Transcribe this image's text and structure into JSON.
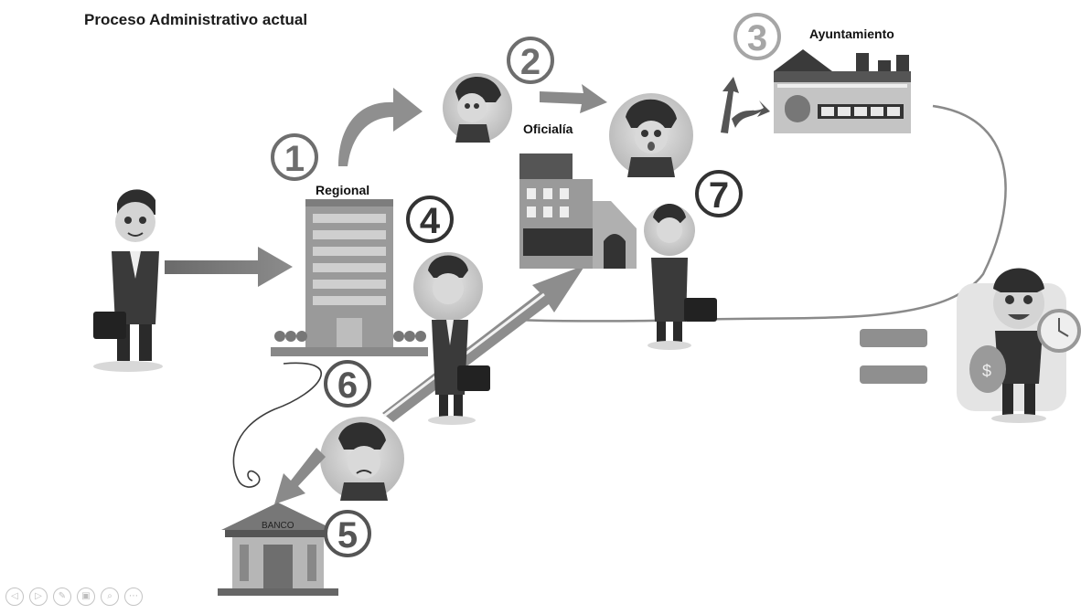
{
  "slide": {
    "title": "Proceso Administrativo actual",
    "labels": {
      "regional": "Regional",
      "oficialia": "Oficialía",
      "ayuntamiento": "Ayuntamiento",
      "banco": "BANCO"
    },
    "steps": [
      "1",
      "2",
      "3",
      "4",
      "5",
      "6",
      "7"
    ]
  },
  "toolbar": {
    "buttons": [
      {
        "icon": "previous-icon",
        "glyph": "◁"
      },
      {
        "icon": "next-icon",
        "glyph": "▷"
      },
      {
        "icon": "pen-icon",
        "glyph": "✎"
      },
      {
        "icon": "slides-icon",
        "glyph": "▣"
      },
      {
        "icon": "zoom-icon",
        "glyph": "⌕"
      },
      {
        "icon": "more-icon",
        "glyph": "⋯"
      }
    ]
  }
}
